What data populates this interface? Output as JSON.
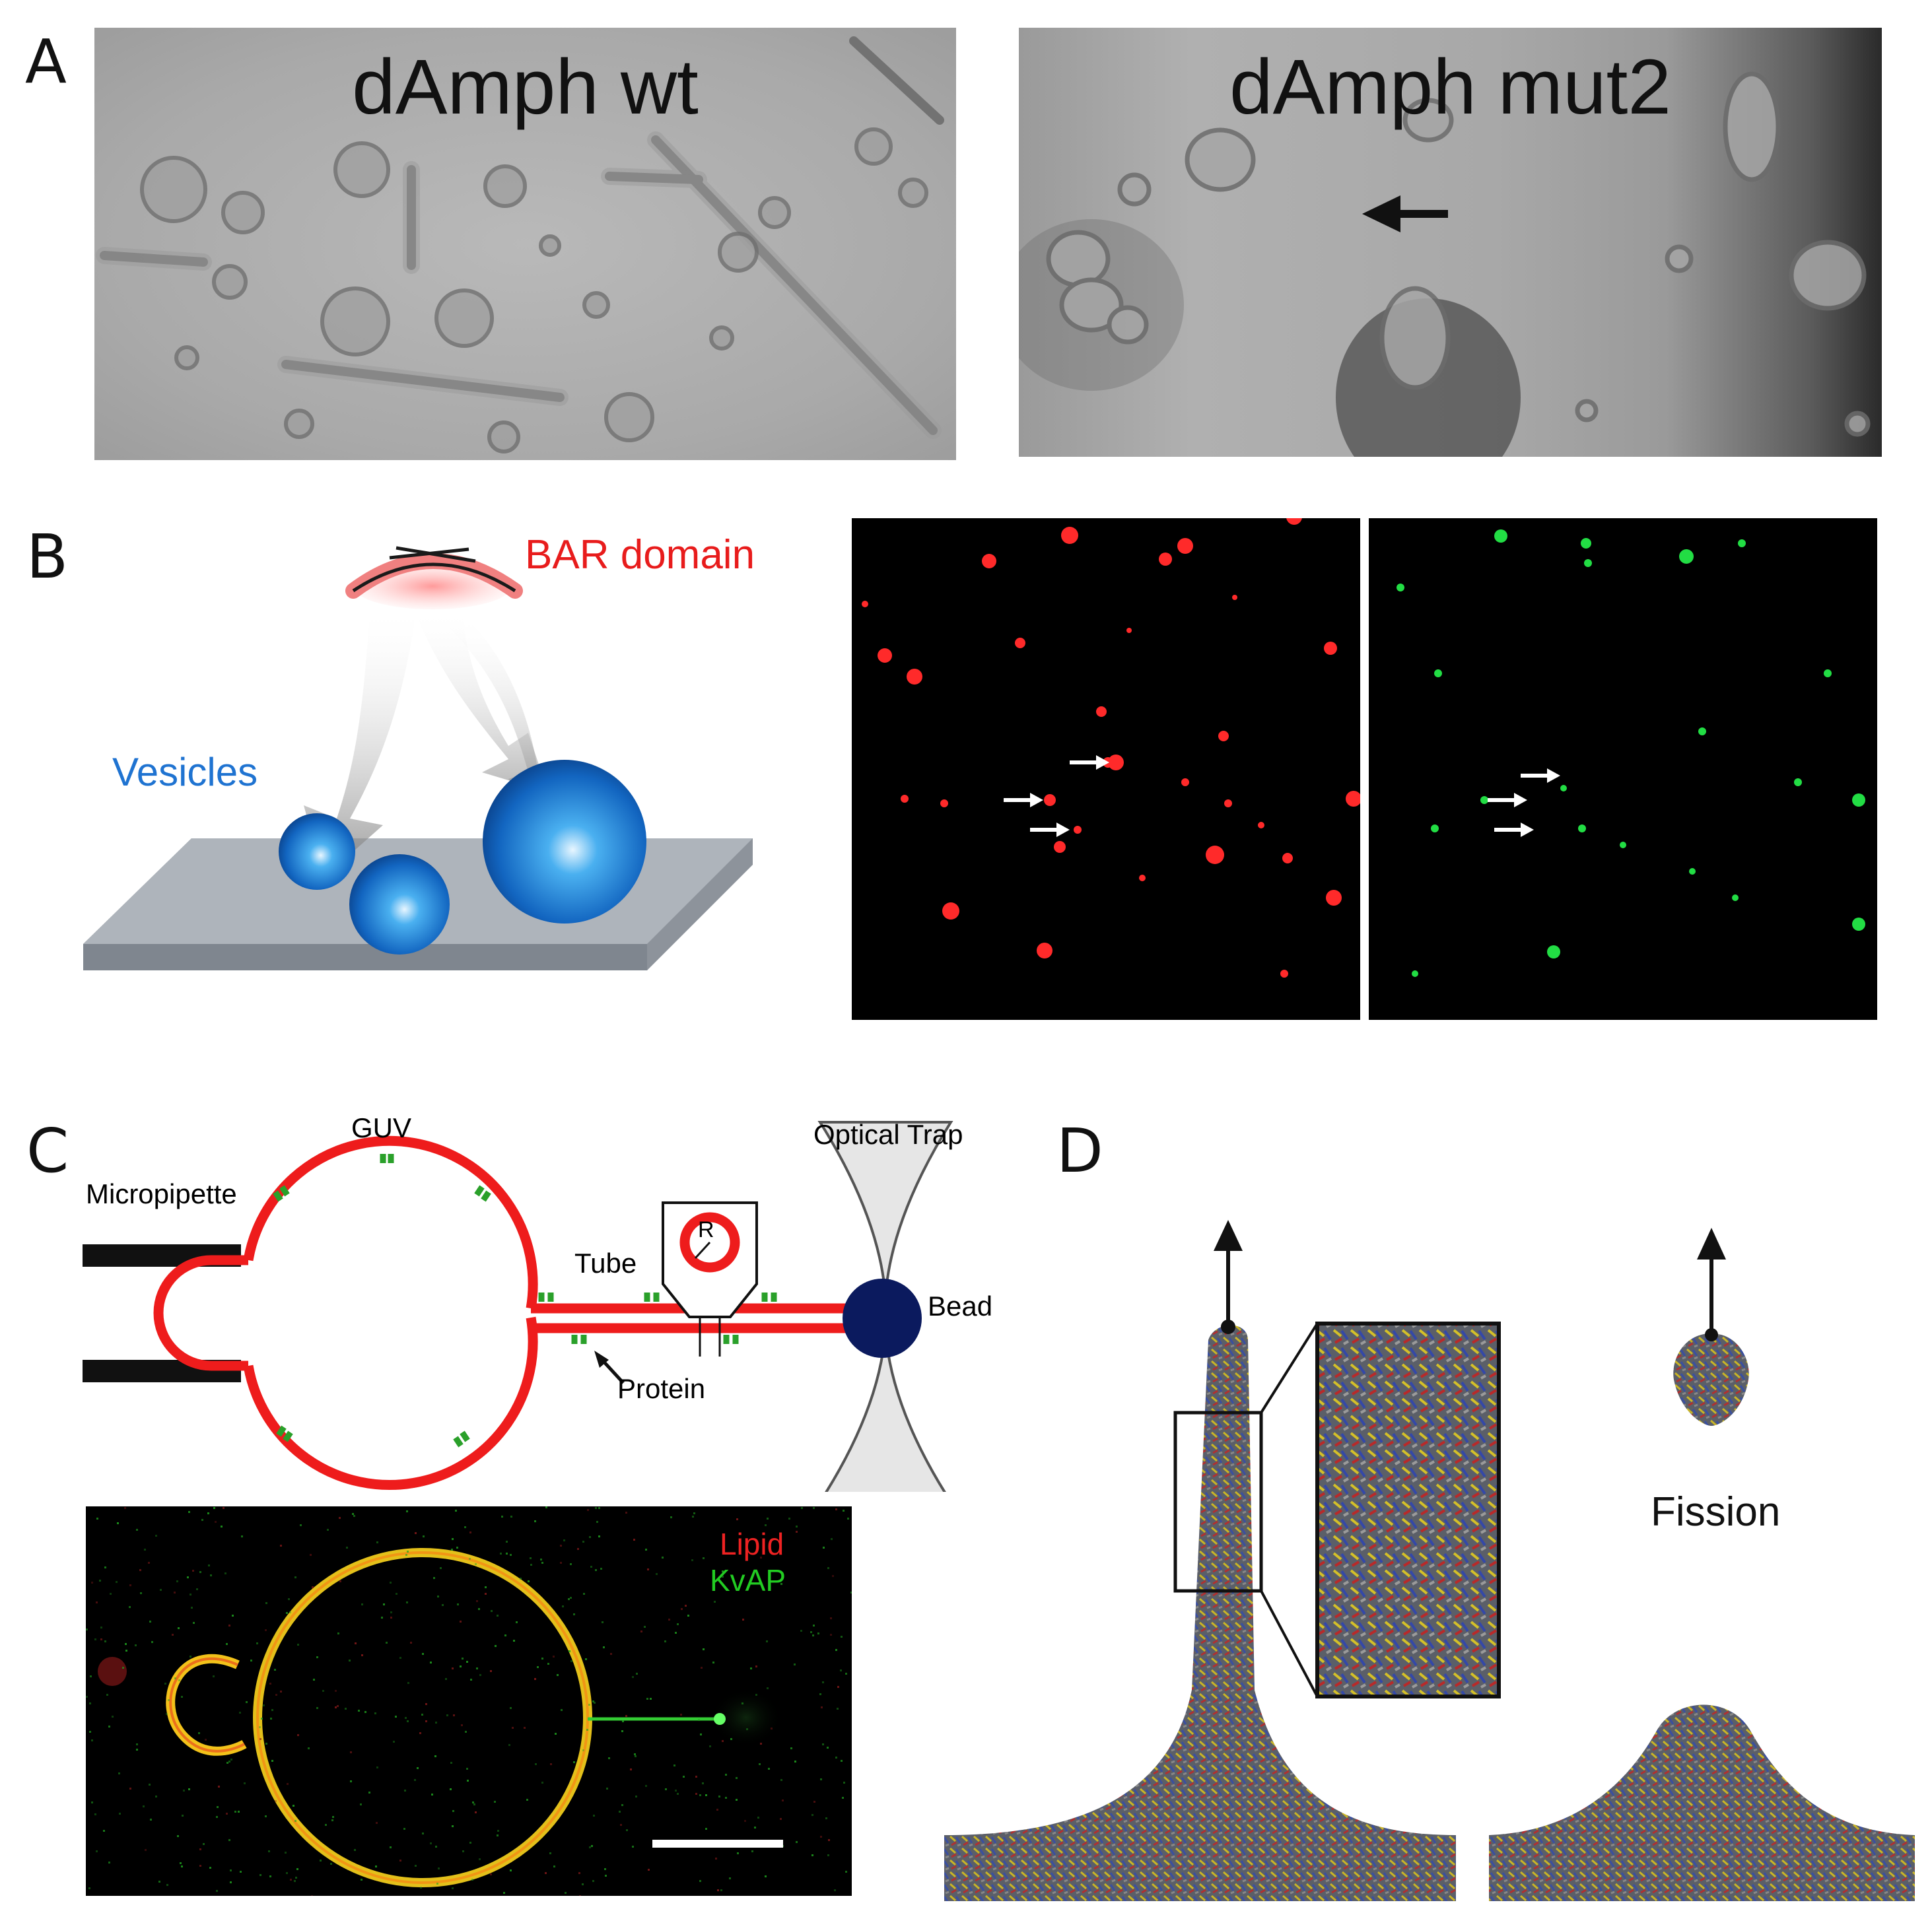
{
  "panels": {
    "A": {
      "letter": "A",
      "left_label": "dAmph wt",
      "right_label": "dAmph mut2"
    },
    "B": {
      "letter": "B",
      "bar_domain_label": "BAR domain",
      "vesicles_label": "Vesicles"
    },
    "C": {
      "letter": "C",
      "guv_label": "GUV",
      "micropipette_label": "Micropipette",
      "tube_label": "Tube",
      "protein_label": "Protein",
      "optical_trap_label": "Optical Trap",
      "bead_label": "Bead",
      "radius_label": "R",
      "lipid_label": "Lipid",
      "kvap_label": "KvAP"
    },
    "D": {
      "letter": "D",
      "fission_label": "Fission"
    }
  },
  "colors": {
    "membrane_red": "#ee1c1c",
    "protein_green": "#2aa02a",
    "bead_navy": "#0b1a5e",
    "vesicle_blue": "#1e6fc8",
    "fluor_red": "#ff2a2a",
    "fluor_green": "#22dd44"
  }
}
